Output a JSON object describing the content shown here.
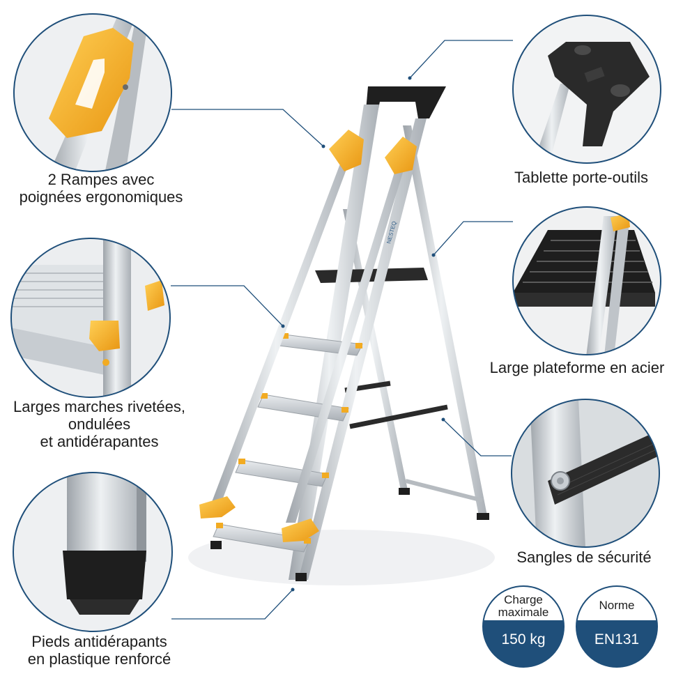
{
  "features": {
    "handrails": {
      "line1": "2  Rampes avec",
      "line2": "poignées ergonomiques"
    },
    "tool_tray": {
      "line1": "Tablette porte-outils"
    },
    "steps": {
      "line1": "Larges marches rivetées,",
      "line2": "ondulées",
      "line3": "et antidérapantes"
    },
    "platform": {
      "line1": "Large plateforme en acier"
    },
    "feet": {
      "line1": "Pieds antidérapants",
      "line2": "en plastique renforcé"
    },
    "straps": {
      "line1": "Sangles de sécurité"
    }
  },
  "badges": {
    "max_load": {
      "label_line1": "Charge",
      "label_line2": "maximale",
      "value": "150 kg"
    },
    "standard": {
      "label": "Norme",
      "value": "EN131"
    }
  },
  "ladder": {
    "side_text": "NESTEQ"
  },
  "colors": {
    "accent_yellow": "#f2ab22",
    "circle_outline": "#1f4f7a",
    "leader_line": "#1f4f7a",
    "badge_fill": "#1f4f7a",
    "aluminium": "#c9ced3",
    "dark_plastic": "#1e1e1e"
  }
}
